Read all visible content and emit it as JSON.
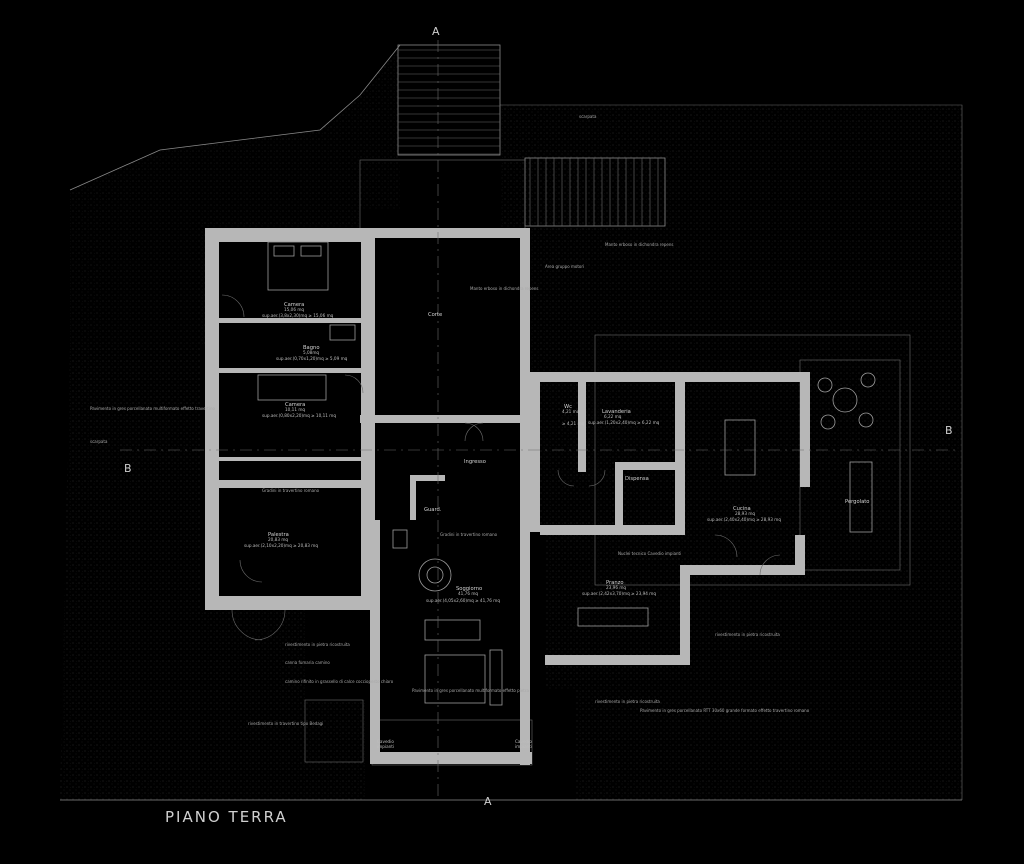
{
  "drawing": {
    "title": "PIANO TERRA",
    "section_marks": [
      "A",
      "A",
      "B",
      "B"
    ],
    "colors": {
      "background": "#000000",
      "walls": "#b7b7b7",
      "lines": "#8a8a8a",
      "text": "#d6d6d6"
    }
  },
  "rooms": {
    "camera1": {
      "name": "Camera",
      "area": "15,06 mq",
      "formula": "sup.aer.(3,8x2,30)mq  ≥  15,06 mq"
    },
    "bagno": {
      "name": "Bagno",
      "area": "5,08mq",
      "formula": "sup.aer.(0,70x1,20)mq  ≥  5,09 mq"
    },
    "camera2": {
      "name": "Camera",
      "area": "10,11 mq",
      "formula": "sup.aer.(0,80x2,20)mq  ≥  10,11 mq"
    },
    "corte": {
      "name": "Corte"
    },
    "ingresso": {
      "name": "Ingresso"
    },
    "guardaroba": {
      "name": "Guard."
    },
    "palestra": {
      "name": "Palestra",
      "area": "20,83 mq",
      "formula": "sup.aer.(2,10x2,20)mq  ≥  20,83 mq"
    },
    "soggiorno": {
      "name": "Soggiorno",
      "area": "41,76 mq",
      "formula": "sup.aer.(4,05x2,60)mq  ≥  41,76 mq"
    },
    "wc": {
      "name": "Wc",
      "area": "4,21 mq",
      "formula": "≥  4,21 mq"
    },
    "lavanderia": {
      "name": "Lavanderia",
      "area": "6,22 mq",
      "formula": "sup.aer.(1,20x2,40)mq  ≥  6,22 mq"
    },
    "dispensa": {
      "name": "Dispensa"
    },
    "cucina": {
      "name": "Cucina",
      "area": "28,93 mq",
      "formula": "sup.aer.(2,40x2,40)mq  ≥  28,93 mq"
    },
    "pranzo": {
      "name": "Pranzo",
      "area": "23,96 mq",
      "formula": "sup.aer.(2,42x3,70)mq  ≥  23,94 mq"
    },
    "pergolato": {
      "name": "Pergolato"
    },
    "cavedio1": {
      "name": "Cavedio",
      "sub": "impianti"
    },
    "cavedio2": {
      "name": "Cavedio",
      "sub": "impianti"
    }
  },
  "annotations": {
    "scarpata_top": "scarpata",
    "scarpata_left": "scarpata",
    "muro_esterno": "Manto erboso in dichondra repens",
    "muro_corte": "Manto erboso in dichondra repens",
    "area_gruppo": "Area gruppo motori",
    "gradini_1": "Gradini in travertino romano",
    "gradini_2": "Gradini in travertino romano",
    "pavimento_left": "Pavimento in gres porcellanato multiformato effetto travertino",
    "pavimento_soggiorno": "Pavimento in gres porcellanato multiformato effetto pietra",
    "pavimento_cucina": "Pavimento in gres porcellanato RTT 30x60 grande formato effetto travertino romano",
    "rivestimento_1": "rivestimento in pietra ricostruita",
    "rivestimento_2": "rivestimento in pietra ricostruita",
    "rivestimento_3": "rivestimento in pietra ricostruita",
    "canna_fumaria": "canna fumaria camino",
    "camino": "camino rifinito in grassello di calce cocciopesto chiaro",
    "rivestimento_travertino": "rivestimento in travertino tipo Bedagi",
    "nuclei": "Nuclei tecnico Cavedio impianti"
  }
}
